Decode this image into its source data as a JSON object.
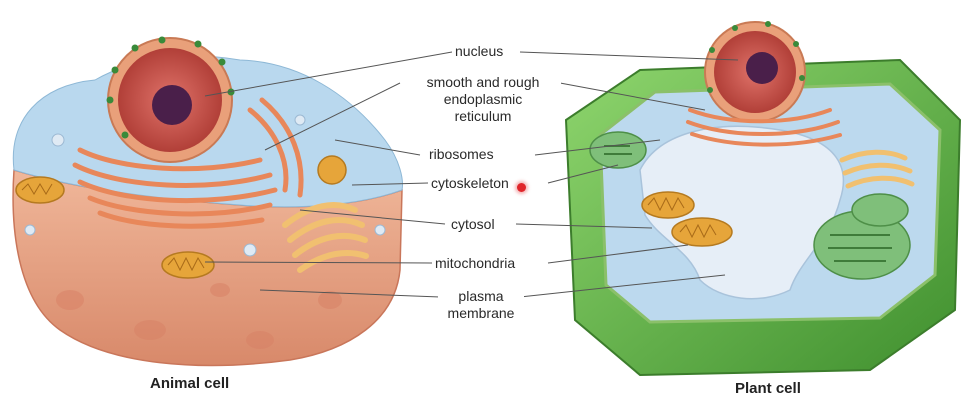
{
  "labels": {
    "nucleus": "nucleus",
    "er_line1": "smooth and rough",
    "er_line2": "endoplasmic",
    "er_line3": "reticulum",
    "ribosomes": "ribosomes",
    "cytoskeleton": "cytoskeleton",
    "cytosol": "cytosol",
    "mitochondria": "mitochondria",
    "plasma_line1": "plasma",
    "plasma_line2": "membrane"
  },
  "captions": {
    "animal": "Animal cell",
    "plant": "Plant cell"
  },
  "colors": {
    "plant_wall": "#5cb043",
    "cytoplasm": "#bcd9ee",
    "vacuole": "#e6eef7",
    "nucleus": "#b54a3a",
    "nucleolus": "#4a1f4a",
    "er": "#e8875a",
    "mitochondria": "#e6a53a",
    "chloroplast": "#7fbf7a",
    "animal_membrane": "#e9a98a",
    "cursor_dot": "#e0262b"
  }
}
